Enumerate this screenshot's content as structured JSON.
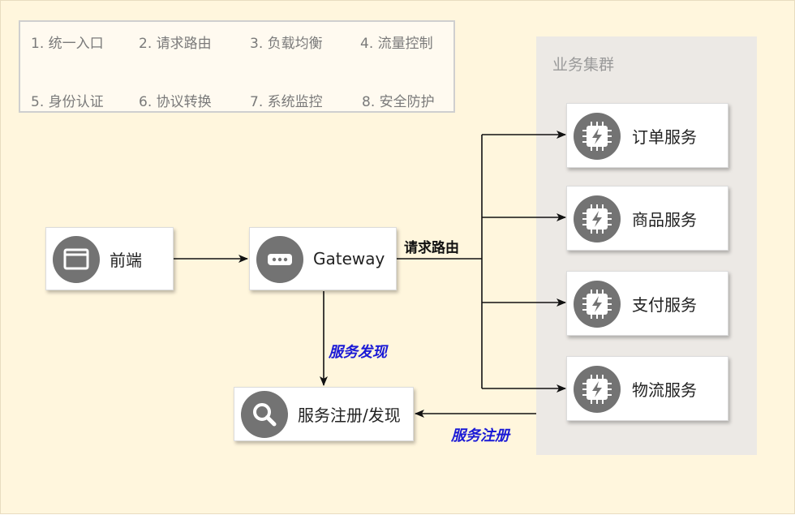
{
  "features": [
    "1. 统一入口",
    "2. 请求路由",
    "3. 负载均衡",
    "4. 流量控制",
    "5. 身份认证",
    "6. 协议转换",
    "7. 系统监控",
    "8. 安全防护"
  ],
  "cluster": {
    "title": "业务集群"
  },
  "nodes": {
    "frontend": {
      "label": "前端",
      "icon": "browser-window-icon"
    },
    "gateway": {
      "label": "Gateway",
      "icon": "ellipsis-icon"
    },
    "registry": {
      "label": "服务注册/发现",
      "icon": "search-icon"
    }
  },
  "services": [
    {
      "label": "订单服务",
      "icon": "lightning-chip-icon"
    },
    {
      "label": "商品服务",
      "icon": "lightning-chip-icon"
    },
    {
      "label": "支付服务",
      "icon": "lightning-chip-icon"
    },
    {
      "label": "物流服务",
      "icon": "lightning-chip-icon"
    }
  ],
  "edges": {
    "routing": "请求路由",
    "discovery": "服务发现",
    "registration": "服务注册"
  },
  "colors": {
    "background": "#fff6dd",
    "cluster": "#ece9e5",
    "icon": "#737373",
    "edge_label_blue": "#1a1ad6"
  }
}
